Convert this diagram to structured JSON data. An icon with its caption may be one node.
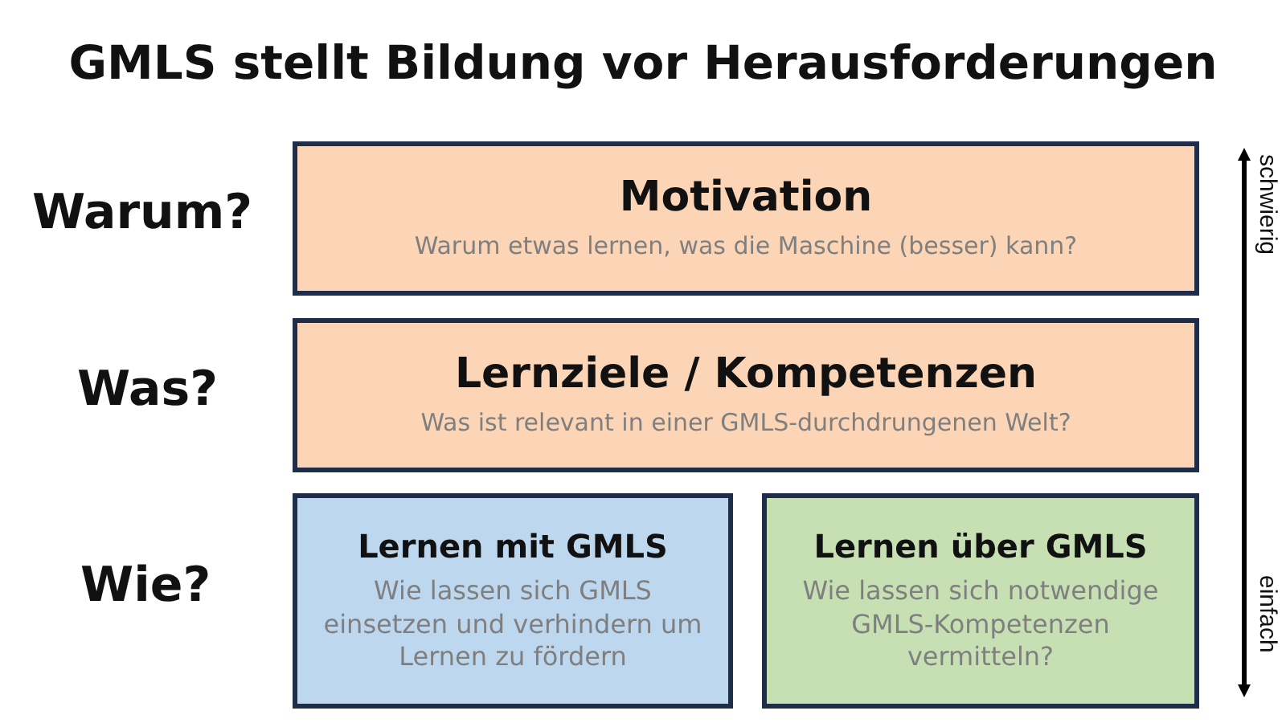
{
  "diagram": {
    "title": "GMLS stellt Bildung vor Herausforderungen",
    "nodes": [
      {
        "text": [
          "Motivation",
          "Warum etwas lernen, was die Maschine (besser) kann?"
        ]
      },
      {
        "text": [
          "Lernziele / Kompetenzen",
          "Was ist relevant in einer GMLS-durchdrungenen Welt?"
        ]
      },
      {
        "text": [
          "Lernen mit GMLS",
          "Wie lassen sich GMLS einsetzen und verhindern um Lernen zu fördern"
        ]
      },
      {
        "text": [
          "Lernen über GMLS",
          "Wie lassen sich notwendige GMLS-Kompetenzen vermitteln?"
        ]
      }
    ],
    "labels": [
      "Warum?",
      "schwierig",
      "Was?",
      "Wie?",
      "einfach"
    ]
  }
}
